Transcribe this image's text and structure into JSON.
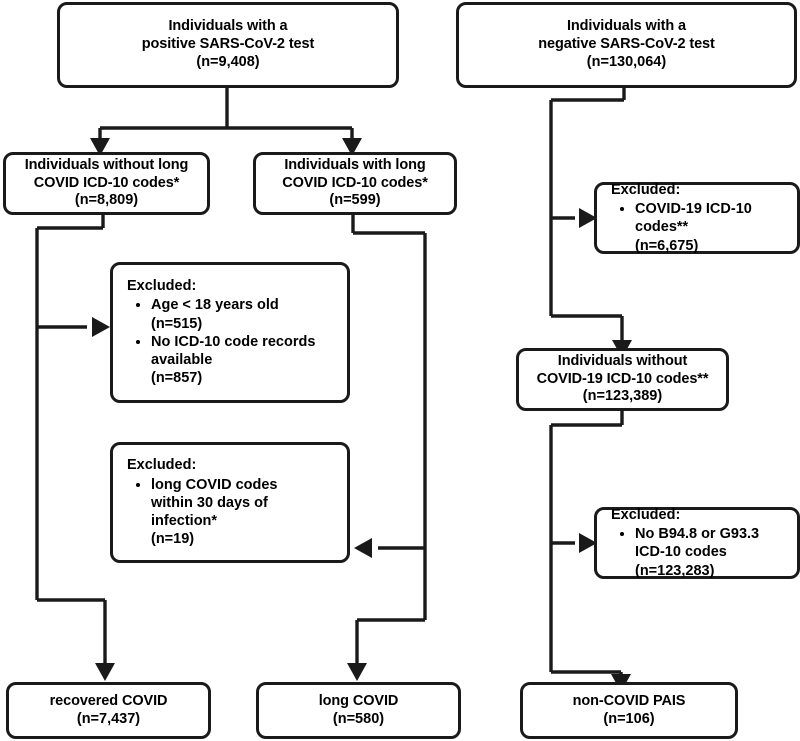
{
  "diagram": {
    "type": "flowchart",
    "title": "Study cohort selection flow diagram",
    "line_color": "#1a1a1a",
    "background": "#ffffff",
    "footnote_markers": [
      "*",
      "**"
    ],
    "nodes": {
      "positive_test": {
        "line1": "Individuals with a",
        "line2": "positive SARS-CoV-2 test",
        "count": "(n=9,408)"
      },
      "negative_test": {
        "line1": "Individuals with a",
        "line2": "negative SARS-CoV-2 test",
        "count": "(n=130,064)"
      },
      "without_long_covid": {
        "line1": "Individuals without long",
        "line2": "COVID ICD-10 codes*",
        "count": "(n=8,809)"
      },
      "with_long_covid": {
        "line1": "Individuals with long",
        "line2": "COVID ICD-10 codes*",
        "count": "(n=599)"
      },
      "excluded_age_norecords": {
        "header": "Excluded:",
        "items": [
          "Age < 18 years old\n(n=515)",
          "No ICD-10 code records available\n(n=857)"
        ],
        "item1_line1": "Age < 18 years old",
        "item1_line2": "(n=515)",
        "item2_line1": "No ICD-10 code records",
        "item2_line2": "available",
        "item2_line3": "(n=857)"
      },
      "excluded_within_30_days": {
        "header": "Excluded:",
        "item1_line1": "long COVID codes",
        "item1_line2": "within 30 days of",
        "item1_line3": "infection*",
        "item1_line4": "(n=19)"
      },
      "excluded_covid19_codes": {
        "header": "Excluded:",
        "item1_line1": "COVID-19 ICD-10",
        "item1_line2": "codes**",
        "item1_line3": "(n=6,675)"
      },
      "without_covid19_codes": {
        "line1": "Individuals without",
        "line2": "COVID-19 ICD-10 codes**",
        "count": "(n=123,389)"
      },
      "excluded_no_b948_g933": {
        "header": "Excluded:",
        "item1_line1": "No B94.8 or G93.3",
        "item1_line2": "ICD-10 codes",
        "item1_line3": "(n=123,283)"
      },
      "recovered_covid": {
        "label": "recovered COVID",
        "count": "(n=7,437)"
      },
      "long_covid": {
        "label": "long COVID",
        "count": "(n=580)"
      },
      "non_covid_pais": {
        "label": "non-COVID PAIS",
        "count": "(n=106)"
      }
    }
  }
}
